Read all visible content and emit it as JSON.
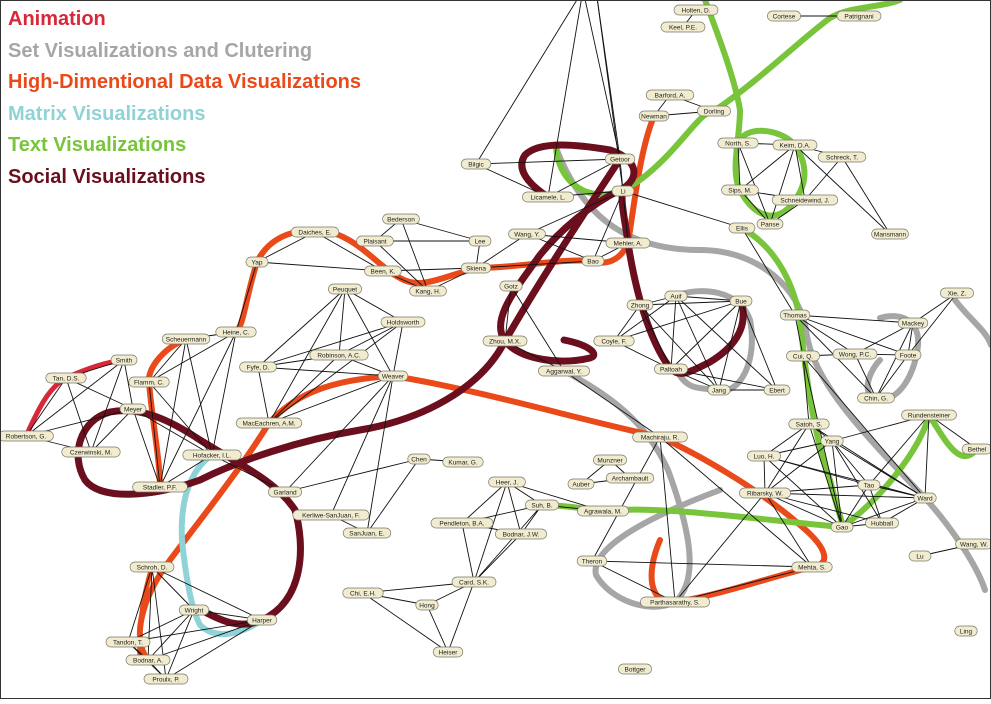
{
  "legend": [
    {
      "label": "Animation",
      "color": "#d62839"
    },
    {
      "label": "Set Visualizations and  Clutering",
      "color": "#a6a6a6"
    },
    {
      "label": "High-Dimentional Data Visualizations",
      "color": "#ea4a1a"
    },
    {
      "label": "Matrix Visualizations",
      "color": "#8fd3d6"
    },
    {
      "label": "Text Visualizations",
      "color": "#78c43b"
    },
    {
      "label": "Social Visualizations",
      "color": "#6b0f1e"
    }
  ],
  "colors": {
    "node_fill": "#f1ebcf",
    "node_stroke": "#7a7a6a",
    "edge": "#111111"
  },
  "nodes": [
    {
      "id": "holten",
      "label": "Holten, D."
    },
    {
      "id": "keel",
      "label": "Keel, P.E."
    },
    {
      "id": "cortese",
      "label": "Cortese"
    },
    {
      "id": "patrignani",
      "label": "Patrignani"
    },
    {
      "id": "barford",
      "label": "Barford, A."
    },
    {
      "id": "newman",
      "label": "Newman"
    },
    {
      "id": "dorling",
      "label": "Dorling"
    },
    {
      "id": "north",
      "label": "North, S."
    },
    {
      "id": "keim",
      "label": "Keim, D.A."
    },
    {
      "id": "schreck",
      "label": "Schreck, T."
    },
    {
      "id": "sips",
      "label": "Sips, M."
    },
    {
      "id": "schneidewind",
      "label": "Schneidewind, J."
    },
    {
      "id": "panse",
      "label": "Panse"
    },
    {
      "id": "mansmann",
      "label": "Mansmann"
    },
    {
      "id": "bilgic",
      "label": "Bilgic"
    },
    {
      "id": "getoor",
      "label": "Getoor"
    },
    {
      "id": "licamele",
      "label": "Licamele, L."
    },
    {
      "id": "li",
      "label": "Li"
    },
    {
      "id": "bederson",
      "label": "Bederson"
    },
    {
      "id": "plaisant",
      "label": "Plaisant"
    },
    {
      "id": "lee",
      "label": "Lee"
    },
    {
      "id": "wang_y",
      "label": "Wang, Y."
    },
    {
      "id": "mehler",
      "label": "Mehler, A."
    },
    {
      "id": "bao",
      "label": "Bao"
    },
    {
      "id": "ellis",
      "label": "Ellis"
    },
    {
      "id": "daiches",
      "label": "Daiches, E."
    },
    {
      "id": "yap",
      "label": "Yap"
    },
    {
      "id": "been",
      "label": "Been, K."
    },
    {
      "id": "skiena",
      "label": "Skiena"
    },
    {
      "id": "kang",
      "label": "Kang, H."
    },
    {
      "id": "gotz",
      "label": "Gotz"
    },
    {
      "id": "peuquet",
      "label": "Peuquet"
    },
    {
      "id": "holdsworth",
      "label": "Holdsworth"
    },
    {
      "id": "robinson",
      "label": "Robinson, A.C."
    },
    {
      "id": "fyfe",
      "label": "Fyfe, D."
    },
    {
      "id": "weaver",
      "label": "Weaver"
    },
    {
      "id": "maceachren",
      "label": "MacEachren, A.M."
    },
    {
      "id": "zhou",
      "label": "Zhou, M.X."
    },
    {
      "id": "aggarwal",
      "label": "Aggarwal, Y."
    },
    {
      "id": "zhong",
      "label": "Zhong"
    },
    {
      "id": "auif",
      "label": "Auif"
    },
    {
      "id": "bue",
      "label": "Bue"
    },
    {
      "id": "coyle",
      "label": "Coyle, F."
    },
    {
      "id": "paltoah",
      "label": "Paltoah"
    },
    {
      "id": "jang",
      "label": "Jang"
    },
    {
      "id": "ebert",
      "label": "Ebert"
    },
    {
      "id": "thomas",
      "label": "Thomas"
    },
    {
      "id": "mackey",
      "label": "Mackey"
    },
    {
      "id": "wong",
      "label": "Wong, P.C."
    },
    {
      "id": "foote",
      "label": "Foote"
    },
    {
      "id": "cui",
      "label": "Cui, Q."
    },
    {
      "id": "chin",
      "label": "Chin, G."
    },
    {
      "id": "xie",
      "label": "Xie, Z."
    },
    {
      "id": "scheuermann",
      "label": "Scheuermann"
    },
    {
      "id": "heine",
      "label": "Heine, C."
    },
    {
      "id": "smith",
      "label": "Smith"
    },
    {
      "id": "tan",
      "label": "Tan, D.S."
    },
    {
      "id": "flemm",
      "label": "Flamm, C."
    },
    {
      "id": "meyer",
      "label": "Meyer"
    },
    {
      "id": "robertson",
      "label": "Robertson, G."
    },
    {
      "id": "czerwinski",
      "label": "Czerwinski, M."
    },
    {
      "id": "hofacker",
      "label": "Hofacker, I.L."
    },
    {
      "id": "stadler",
      "label": "Stadler, P.F."
    },
    {
      "id": "garland",
      "label": "Garland"
    },
    {
      "id": "kerliwe",
      "label": "Kerliwe-SanJuan, F."
    },
    {
      "id": "sanjuan",
      "label": "SanJuan, E."
    },
    {
      "id": "chen",
      "label": "Chen"
    },
    {
      "id": "kumar",
      "label": "Kumar, G."
    },
    {
      "id": "machiraju",
      "label": "Machiraju, R."
    },
    {
      "id": "rundensteiner",
      "label": "Rundensteiner"
    },
    {
      "id": "bethel",
      "label": "Bethel"
    },
    {
      "id": "satoh",
      "label": "Satoh, S."
    },
    {
      "id": "yang",
      "label": "Yang"
    },
    {
      "id": "luo",
      "label": "Luo, H."
    },
    {
      "id": "tao",
      "label": "Tao"
    },
    {
      "id": "ribarsky",
      "label": "Ribarsky, W."
    },
    {
      "id": "ward",
      "label": "Ward"
    },
    {
      "id": "gao",
      "label": "Gao"
    },
    {
      "id": "hubball",
      "label": "Hubball"
    },
    {
      "id": "munzner",
      "label": "Munzner"
    },
    {
      "id": "auber",
      "label": "Auber"
    },
    {
      "id": "archambault",
      "label": "Archambault"
    },
    {
      "id": "heer",
      "label": "Heer, J."
    },
    {
      "id": "suh",
      "label": "Suh, B."
    },
    {
      "id": "agrawala",
      "label": "Agrawala, M."
    },
    {
      "id": "pendleton",
      "label": "Pendleton, B.A."
    },
    {
      "id": "bodnar_jw",
      "label": "Bodnar, J.W."
    },
    {
      "id": "schroh",
      "label": "Schroh, D."
    },
    {
      "id": "card",
      "label": "Card, S.K."
    },
    {
      "id": "chi",
      "label": "Chi, E.H."
    },
    {
      "id": "hong",
      "label": "Hong"
    },
    {
      "id": "heiser",
      "label": "Heiser"
    },
    {
      "id": "wright",
      "label": "Wright"
    },
    {
      "id": "harper",
      "label": "Harper"
    },
    {
      "id": "tandon",
      "label": "Tandon, T."
    },
    {
      "id": "bodnar_a",
      "label": "Bodnar, A."
    },
    {
      "id": "proulx",
      "label": "Proulx, P."
    },
    {
      "id": "theron",
      "label": "Theron"
    },
    {
      "id": "mehta",
      "label": "Mehta, S."
    },
    {
      "id": "parthasarathy",
      "label": "Parthasarathy, S."
    },
    {
      "id": "lu",
      "label": "Lu"
    },
    {
      "id": "wang_w",
      "label": "Wang, W."
    },
    {
      "id": "ling",
      "label": "Ling"
    },
    {
      "id": "bottger",
      "label": "Bottger"
    }
  ]
}
